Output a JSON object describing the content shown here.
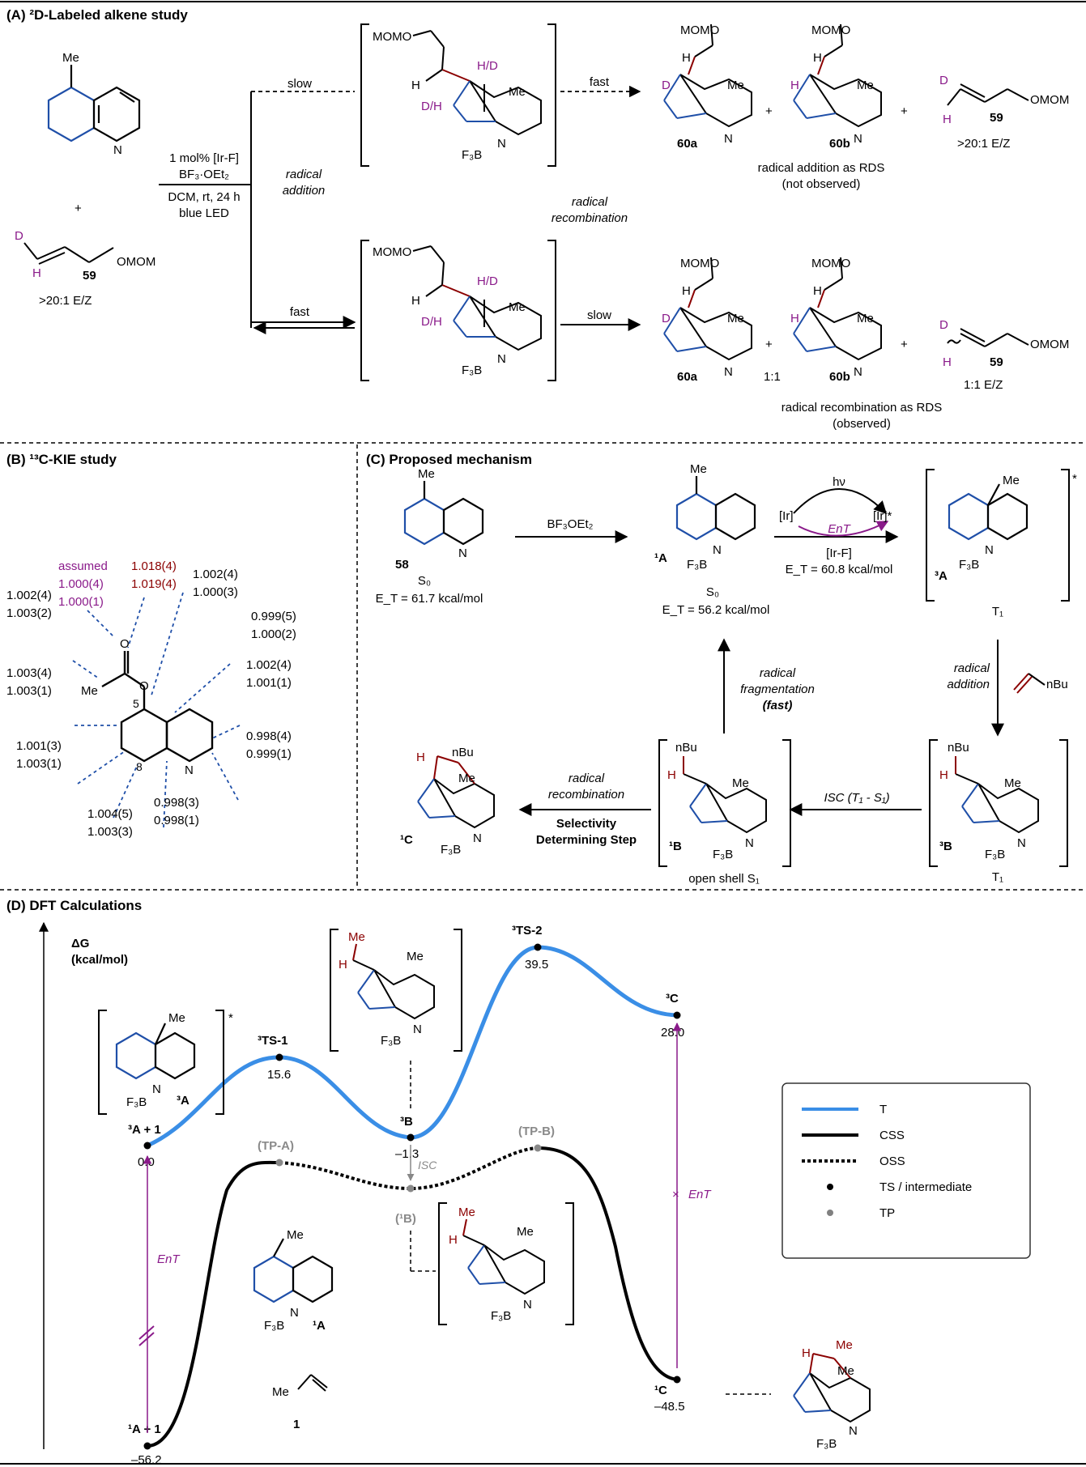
{
  "panels": {
    "a_title": "(A) ²D-Labeled alkene study",
    "b_title": "(B) ¹³C-KIE study",
    "c_title": "(C) Proposed mechanism",
    "d_title": "(D) DFT Calculations"
  },
  "panel_a": {
    "substrate_me": "Me",
    "plus": "+",
    "alkene_D": "D",
    "alkene_H": "H",
    "alkene_omom": "OMOM",
    "alkene_id": "59",
    "alkene_ratio": ">20:1 E/Z",
    "conditions": [
      "1 mol% [Ir-F]",
      "BF₃·OEt₂",
      "DCM, rt, 24 h",
      "blue LED"
    ],
    "slow_label": "slow",
    "fast_label": "fast",
    "radical_addition": "radical addition",
    "radical_recombination": "radical recombination",
    "top_fast": "fast",
    "bottom_slow": "slow",
    "mom_label": "MOMO",
    "hd_label": "H/D",
    "dh_label": "D/H",
    "h_label": "H",
    "me_label": "Me",
    "f3b_label": "F₃B",
    "n_label": "N",
    "prod_60a": "60a",
    "prod_60b": "60b",
    "prod_59": "59",
    "top_ratio": ">20:1 E/Z",
    "top_caption_1": "radical addition as RDS",
    "top_caption_2": "(not observed)",
    "bot_ratio_1": "1:1",
    "bot_ratio_2": "1:1 E/Z",
    "bot_caption_1": "radical recombination as RDS",
    "bot_caption_2": "(observed)"
  },
  "panel_b": {
    "assumed": "assumed",
    "kie_values": [
      [
        "1.000(4)",
        "1.000(1)"
      ],
      [
        "1.018(4)",
        "1.019(4)"
      ],
      [
        "1.002(4)",
        "1.000(3)"
      ],
      [
        "1.002(4)",
        "1.003(2)"
      ],
      [
        "0.999(5)",
        "1.000(2)"
      ],
      [
        "1.003(4)",
        "1.003(1)"
      ],
      [
        "1.002(4)",
        "1.001(1)"
      ],
      [
        "1.001(3)",
        "1.003(1)"
      ],
      [
        "0.998(4)",
        "0.999(1)"
      ],
      [
        "1.004(5)",
        "1.003(3)"
      ],
      [
        "0.998(3)",
        "0.998(1)"
      ]
    ],
    "pos5": "5",
    "pos8": "8",
    "me": "Me",
    "o": "O",
    "n": "N"
  },
  "panel_c": {
    "cpd58": "58",
    "s0": "S₀",
    "et58": "E_T = 61.7 kcal/mol",
    "bf3": "BF₃OEt₂",
    "cpd1A": "¹A",
    "s0b": "S₀",
    "et1A": "E_T = 56.2 kcal/mol",
    "hv": "hν",
    "ir": "[Ir]",
    "ir_star": "[Ir]*",
    "ent": "EnT",
    "irf": "[Ir-F]",
    "et_irf": "E_T = 60.8 kcal/mol",
    "cpd3A": "³A",
    "t1": "T₁",
    "rad_add": [
      "radical",
      "addition"
    ],
    "nbu": "nBu",
    "cpd3B": "³B",
    "t1b": "T₁",
    "isc": "ISC (T₁ - S₁)",
    "cpd1B": "¹B",
    "open_shell": "open shell S₁",
    "rad_frag": [
      "radical",
      "fragmentation",
      "(fast)"
    ],
    "rad_recomb": [
      "radical",
      "recombination"
    ],
    "sds": [
      "Selectivity",
      "Determining Step"
    ],
    "cpd1C": "¹C",
    "me": "Me",
    "h": "H",
    "f3b": "F₃B",
    "n": "N"
  },
  "panel_d": {
    "y_axis_label": [
      "ΔG",
      "(kcal/mol)"
    ],
    "species": [
      {
        "label": "³A + 1",
        "value": "0.0"
      },
      {
        "label": "³TS-1",
        "value": "15.6"
      },
      {
        "label": "³B",
        "value": "–1.3"
      },
      {
        "label": "³TS-2",
        "value": "39.5"
      },
      {
        "label": "³C",
        "value": "28.0"
      },
      {
        "label": "¹A + 1",
        "value": "–56.2"
      },
      {
        "label": "(TP-A)",
        "value": ""
      },
      {
        "label": "(¹B)",
        "value": ""
      },
      {
        "label": "(TP-B)",
        "value": ""
      },
      {
        "label": "¹C",
        "value": "–48.5"
      }
    ],
    "isc": "ISC",
    "ent_left": "EnT",
    "ent_right": "EnT",
    "cpd1": "1",
    "cpd1A": "¹A",
    "cpd3A": "³A",
    "me": "Me",
    "h": "H",
    "f3b": "F₃B",
    "n": "N",
    "legend": [
      {
        "label": "T",
        "color": "#3a8ee6"
      },
      {
        "label": "CSS",
        "color": "#000000"
      },
      {
        "label": "OSS",
        "color": "#000000"
      },
      {
        "label": "TS / intermediate",
        "color": "#000000"
      },
      {
        "label": "TP",
        "color": "#808080"
      }
    ]
  }
}
